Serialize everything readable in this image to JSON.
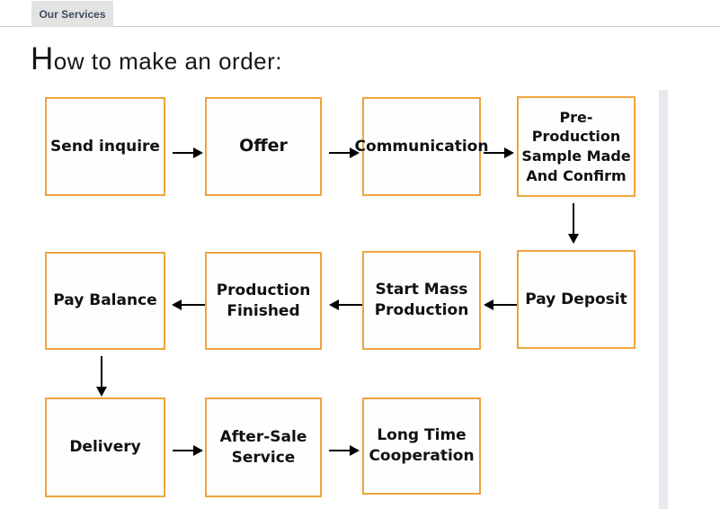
{
  "tab": {
    "label": "Our Services"
  },
  "page": {
    "title": "How to make an order:"
  },
  "colors": {
    "box_border": "#eea43c",
    "tab_background": "#e3e3e3",
    "tab_text": "#3f4d5c",
    "arrow": "#000000",
    "side_strip": "#eae8ee"
  },
  "flowchart": {
    "boxes": [
      {
        "id": "send-inquire",
        "label": "Send inquire"
      },
      {
        "id": "offer",
        "label": "Offer"
      },
      {
        "id": "communication",
        "label": "Communication"
      },
      {
        "id": "pre-production-sample",
        "label": "Pre-Production\nSample Made\nAnd Confirm"
      },
      {
        "id": "pay-balance",
        "label": "Pay Balance"
      },
      {
        "id": "production-finished",
        "label": "Production\nFinished"
      },
      {
        "id": "start-mass-production",
        "label": "Start Mass\nProduction"
      },
      {
        "id": "pay-deposit",
        "label": "Pay Deposit"
      },
      {
        "id": "delivery",
        "label": "Delivery"
      },
      {
        "id": "after-sale-service",
        "label": "After-Sale\nService"
      },
      {
        "id": "long-time-cooperation",
        "label": "Long Time\nCooperation"
      }
    ],
    "connections": [
      {
        "from": "send-inquire",
        "to": "offer",
        "direction": "right"
      },
      {
        "from": "offer",
        "to": "communication",
        "direction": "right"
      },
      {
        "from": "communication",
        "to": "pre-production-sample",
        "direction": "right"
      },
      {
        "from": "pre-production-sample",
        "to": "pay-deposit",
        "direction": "down"
      },
      {
        "from": "pay-deposit",
        "to": "start-mass-production",
        "direction": "left"
      },
      {
        "from": "start-mass-production",
        "to": "production-finished",
        "direction": "left"
      },
      {
        "from": "production-finished",
        "to": "pay-balance",
        "direction": "left"
      },
      {
        "from": "pay-balance",
        "to": "delivery",
        "direction": "down"
      },
      {
        "from": "delivery",
        "to": "after-sale-service",
        "direction": "right"
      },
      {
        "from": "after-sale-service",
        "to": "long-time-cooperation",
        "direction": "right"
      }
    ]
  }
}
